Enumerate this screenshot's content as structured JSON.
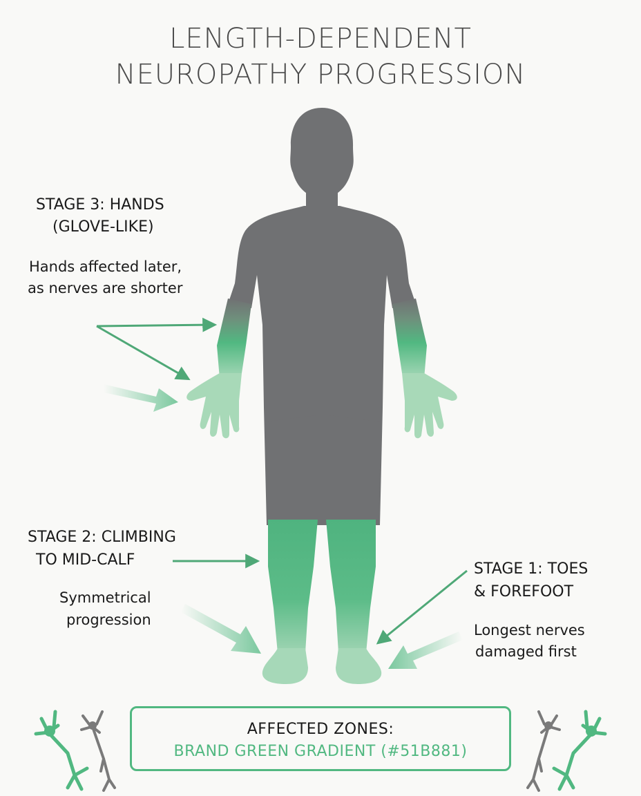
{
  "title": {
    "line1": "LENGTH-DEPENDENT",
    "line2": "NEUROPATHY PROGRESSION"
  },
  "stage3": {
    "heading1": "STAGE 3: HANDS",
    "heading2": "(GLOVE-LIKE)",
    "desc1": "Hands affected later,",
    "desc2": "as nerves are shorter"
  },
  "stage2": {
    "heading1": "STAGE 2: CLIMBING",
    "heading2": "TO MID-CALF",
    "desc1": "Symmetrical",
    "desc2": "progression"
  },
  "stage1": {
    "heading1": "STAGE 1: TOES",
    "heading2": "& FOREFOOT",
    "desc1": "Longest nerves",
    "desc2": "damaged first"
  },
  "legend": {
    "title": "AFFECTED ZONES:",
    "subtitle": "BRAND GREEN GRADIENT (#51B881)"
  },
  "colors": {
    "brand_green": "#51B881",
    "body_gray": "#707173",
    "light_green": "#9fd4b3",
    "neuron_gray": "#7a7a7a",
    "background": "#f9f9f7"
  },
  "icons": [
    "neuron-icon-green",
    "neuron-icon-gray"
  ]
}
